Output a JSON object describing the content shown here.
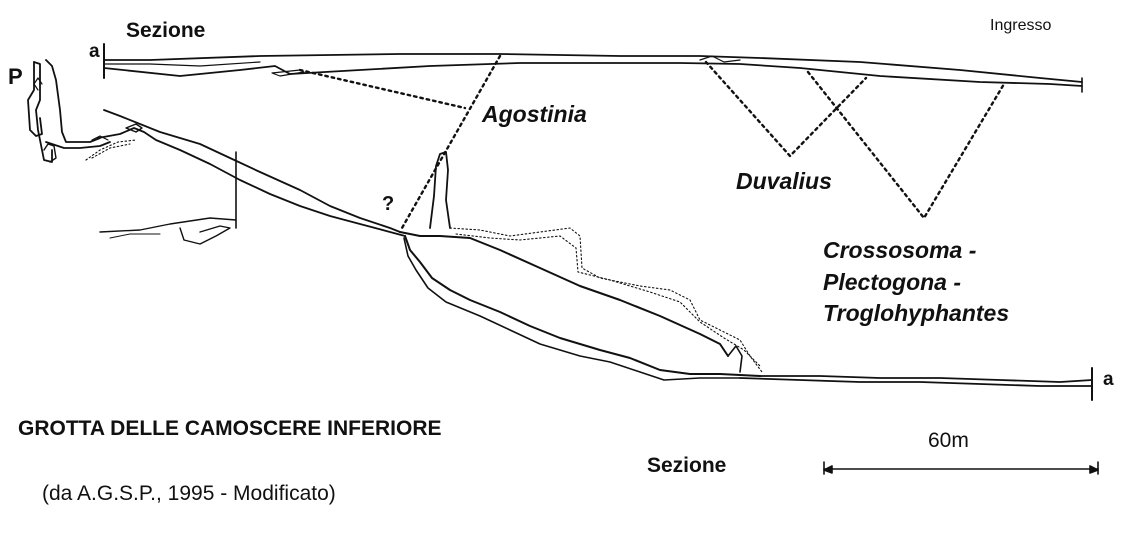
{
  "top_section_label": "Sezione",
  "entrance_label": "Ingresso",
  "pit_label": "P",
  "section_marker_start": "a",
  "section_marker_end": "a",
  "unknown_marker": "?",
  "species": {
    "agostinia": "Agostinia",
    "duvalius": "Duvalius",
    "group_line1": "Crossosoma -",
    "group_line2": "Plectogona -",
    "group_line3": "Troglohyphantes"
  },
  "title": "GROTTA DELLE CAMOSCERE INFERIORE",
  "source": "(da A.G.S.P., 1995 - Modificato)",
  "bottom_section_label": "Sezione",
  "scale_label": "60m",
  "colors": {
    "ink": "#111111",
    "background": "#ffffff"
  }
}
